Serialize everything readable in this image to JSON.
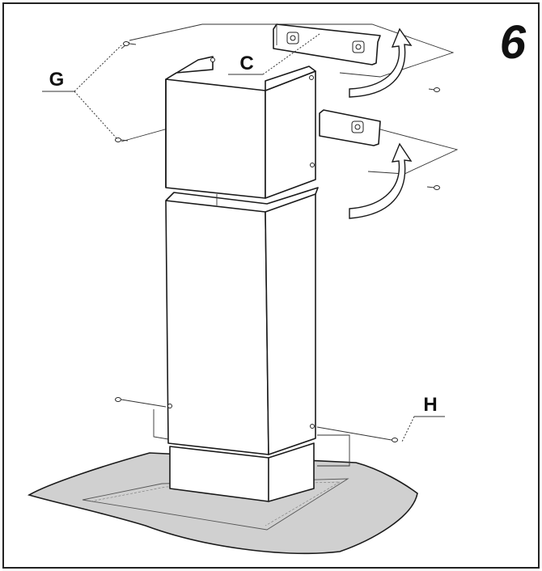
{
  "step_number": "6",
  "labels": {
    "g": "G",
    "c": "C",
    "h": "H"
  },
  "colors": {
    "line": "#1a1a1a",
    "hood_glass": "#d0d0d0",
    "background": "#ffffff"
  }
}
